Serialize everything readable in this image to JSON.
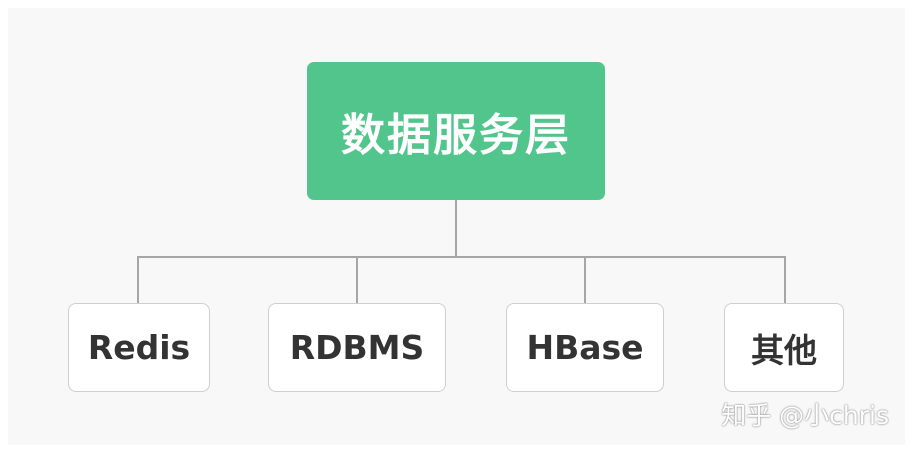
{
  "diagram": {
    "root": {
      "label": "数据服务层",
      "fill": "#52c58c"
    },
    "children": [
      {
        "label": "Redis"
      },
      {
        "label": "RDBMS"
      },
      {
        "label": "HBase"
      },
      {
        "label": "其他"
      }
    ],
    "connector_color": "#a6a6a6"
  },
  "watermark": {
    "text": "知乎 @小chris"
  }
}
